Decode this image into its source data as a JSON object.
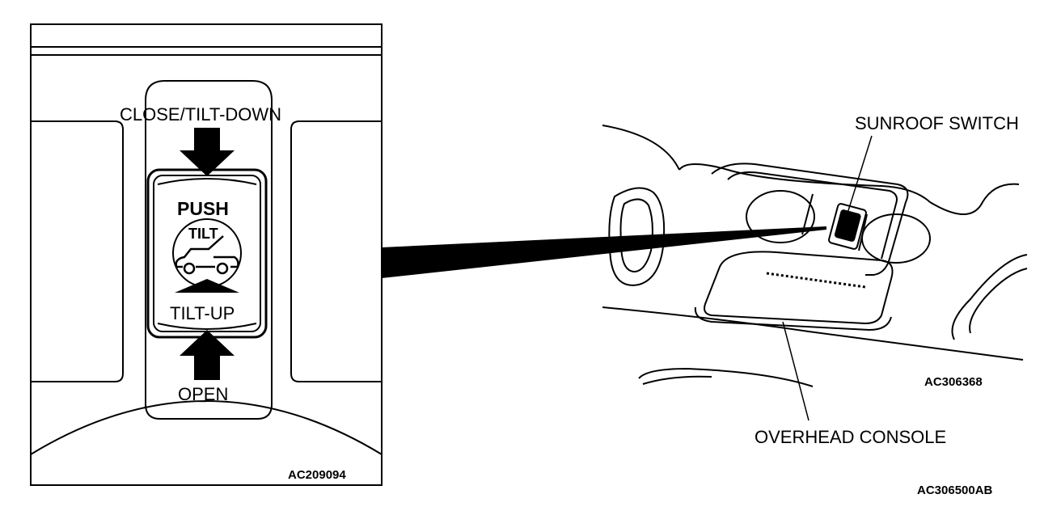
{
  "detail_panel": {
    "label_close": "CLOSE/TILT-DOWN",
    "label_push": "PUSH",
    "label_tilt": "TILT",
    "label_tilt_up": "TILT-UP",
    "label_open": "OPEN",
    "figure_code": "AC209094"
  },
  "overview": {
    "label_switch": "SUNROOF SWITCH",
    "label_console": "OVERHEAD CONSOLE",
    "figure_code": "AC306368"
  },
  "sheet_code": "AC306500AB"
}
